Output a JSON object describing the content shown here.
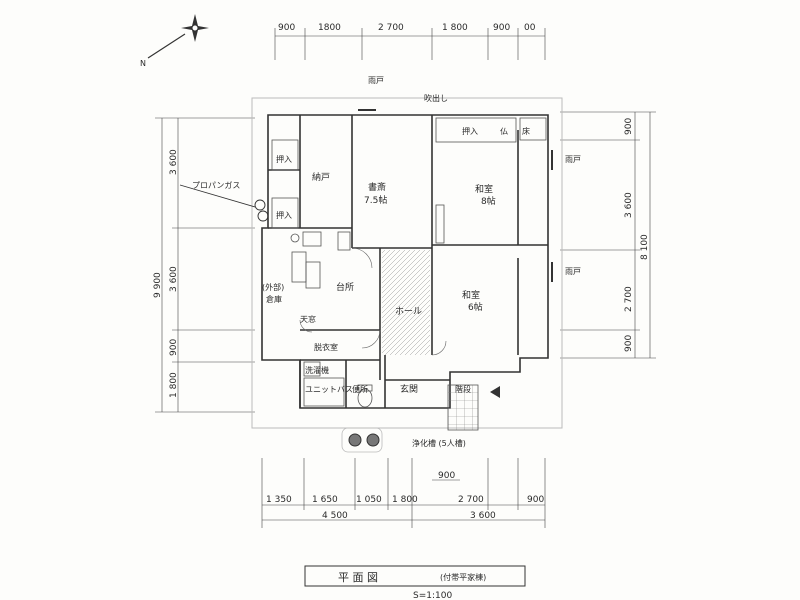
{
  "compass": {
    "label": "N"
  },
  "dimensions": {
    "top": [
      "900",
      "1800",
      "2 700",
      "1 800",
      "900",
      "00"
    ],
    "right": [
      "900",
      "3 600",
      "2 700",
      "900"
    ],
    "right_total": "8 100",
    "left": [
      "3 600",
      "3 600",
      "900",
      "1 800"
    ],
    "left_total": "9 900",
    "bottom_inner": "900",
    "bottom": [
      "1 350",
      "1 650",
      "1 050",
      "1 800",
      "2 700",
      "900"
    ],
    "bottom_totals": [
      "4 500",
      "3 600"
    ]
  },
  "rooms": {
    "study": "書斎",
    "study_size": "7.5帖",
    "washitsu_top": "和室",
    "washitsu_top_size": "8帖",
    "washitsu_bottom": "和室",
    "washitsu_bottom_size": "6帖",
    "kitchen": "台所",
    "hall": "ホール",
    "utility_outside": "(外部)",
    "utility": "倉庫",
    "dressing": "脱衣室",
    "unit_bath": "ユニットバス",
    "toilet": "便所",
    "entrance": "玄関",
    "storage_top": "納戸"
  },
  "labels": {
    "amado_top": "雨戸",
    "amado_right_1": "雨戸",
    "amado_right_2": "雨戸",
    "oshiire_1": "押入",
    "oshiire_2": "押入",
    "oshiire_3": "押入",
    "butsudan": "仏",
    "tokonoma": "床",
    "propane": "プロパンガス",
    "septic": "浄化槽 (5人槽)",
    "washer": "洗濯機",
    "fukidashi": "吹出し",
    "tenmado": "天窓",
    "kaidan": "階段"
  },
  "title": {
    "main": "平 面 図",
    "sub": "(付帯平家棟)",
    "scale": "S=1:100"
  }
}
